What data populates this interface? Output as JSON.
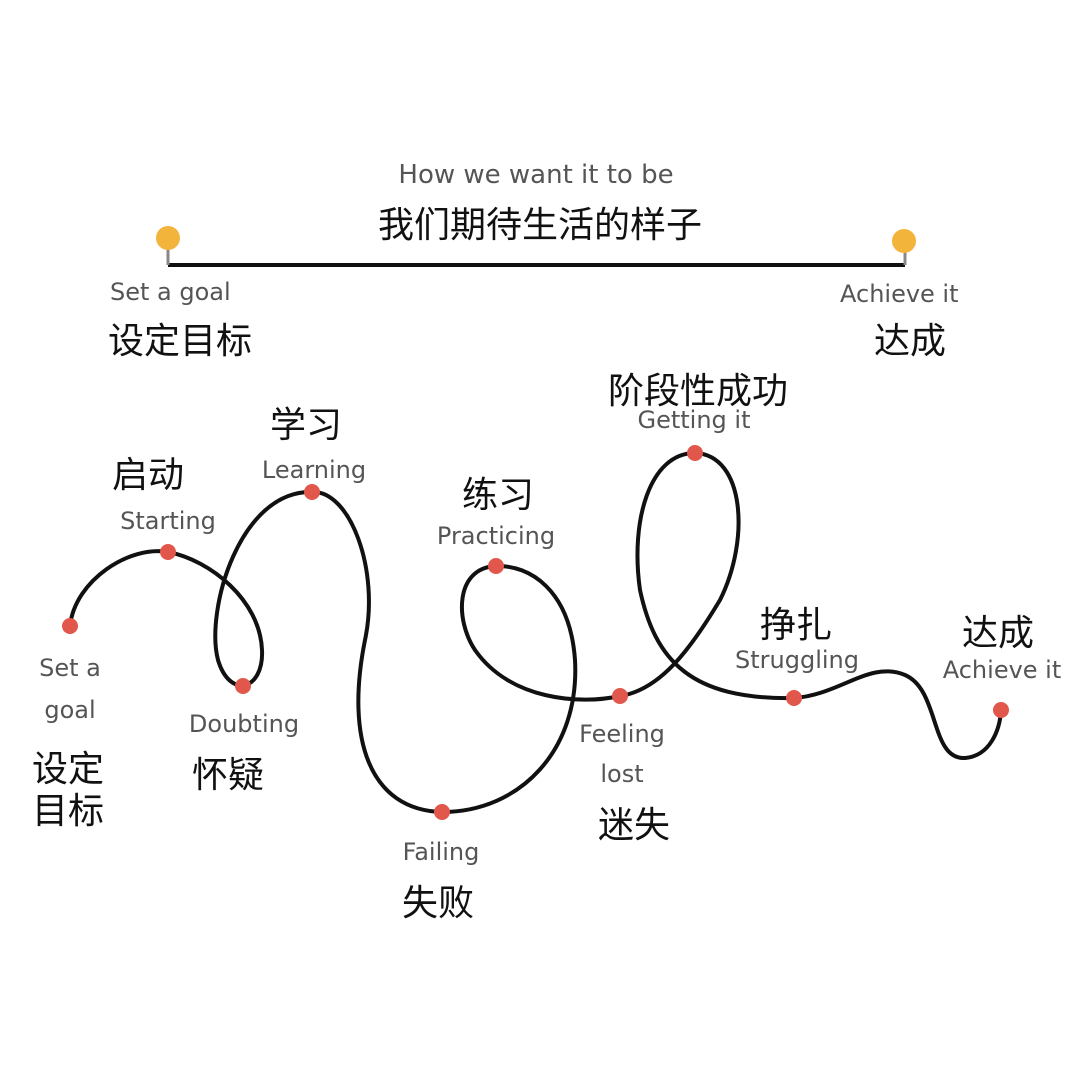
{
  "header": {
    "title_en": "How we want it to be",
    "title_zh": "我们期待生活的样子"
  },
  "ideal": {
    "start": {
      "en": "Set a goal",
      "zh": "设定目标"
    },
    "end": {
      "en": "Achieve it",
      "zh": "达成"
    }
  },
  "reality": [
    {
      "en": "Set a",
      "en2": "goal",
      "zh": "设定",
      "zh2": "目标"
    },
    {
      "en": "Starting",
      "zh": "启动"
    },
    {
      "en": "Doubting",
      "zh": "怀疑"
    },
    {
      "en": "Learning",
      "zh": "学习"
    },
    {
      "en": "Failing",
      "zh": "失败"
    },
    {
      "en": "Practicing",
      "zh": "练习"
    },
    {
      "en": "Feeling",
      "en2": "lost",
      "zh": "迷失"
    },
    {
      "en": "Getting it",
      "zh": "阶段性成功"
    },
    {
      "en": "Struggling",
      "zh": "挣扎"
    },
    {
      "en": "Achieve it",
      "zh": "达成"
    }
  ],
  "colors": {
    "ideal_dot": "#f3b43c",
    "reality_dot": "#e2574c",
    "line": "#111111"
  }
}
